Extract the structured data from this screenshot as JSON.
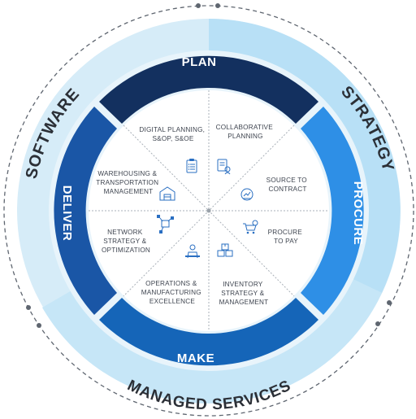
{
  "diagram": {
    "outer_labels": {
      "software": "SOFTWARE",
      "strategy": "STRATEGY",
      "managed_services": "MANAGED SERVICES"
    },
    "ring_labels": {
      "plan": "PLAN",
      "procure": "PROCURE",
      "make": "MAKE",
      "deliver": "DELIVER"
    },
    "segments": [
      {
        "lines": [
          "DIGITAL PLANNING,",
          "S&OP, S&OE"
        ],
        "icon": "clipboard-checklist-icon"
      },
      {
        "lines": [
          "COLLABORATIVE",
          "PLANNING"
        ],
        "icon": "document-user-icon"
      },
      {
        "lines": [
          "SOURCE TO",
          "CONTRACT"
        ],
        "icon": "contract-hand-icon"
      },
      {
        "lines": [
          "PROCURE",
          "TO PAY"
        ],
        "icon": "cart-dollar-icon"
      },
      {
        "lines": [
          "INVENTORY",
          "STRATEGY &",
          "MANAGEMENT"
        ],
        "icon": "boxes-icon"
      },
      {
        "lines": [
          "OPERATIONS &",
          "MANUFACTURING",
          "EXCELLENCE"
        ],
        "icon": "factory-worker-icon"
      },
      {
        "lines": [
          "NETWORK",
          "STRATEGY &",
          "OPTIMIZATION"
        ],
        "icon": "network-boxes-icon"
      },
      {
        "lines": [
          "WAREHOUSING &",
          "TRANSPORTATION",
          "MANAGEMENT"
        ],
        "icon": "warehouse-icon"
      }
    ],
    "colors": {
      "plan": "#13305f",
      "procure": "#2e8fe6",
      "make": "#1565b8",
      "deliver": "#1a56a6",
      "outer_ring_light": "#d6ecf8",
      "outer_ring_mid": "#b8e0f6",
      "icon": "#2a6fc2"
    }
  }
}
